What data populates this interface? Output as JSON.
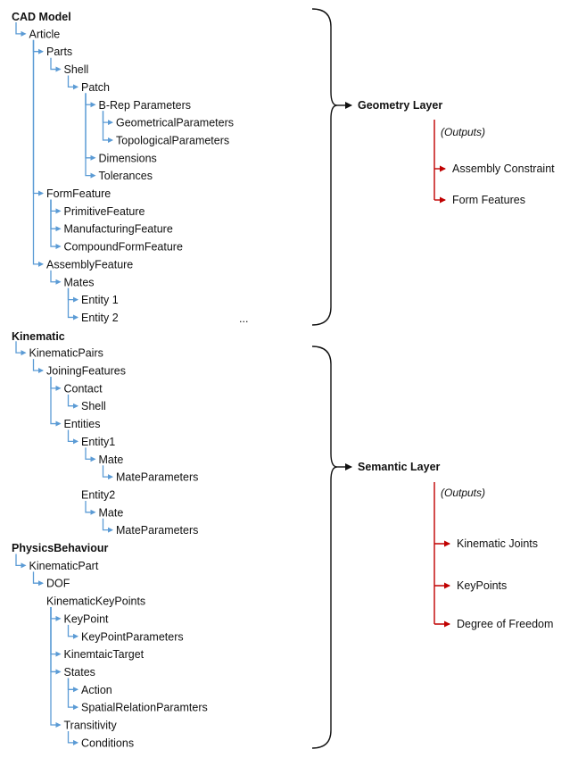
{
  "sections": [
    {
      "root": "CAD Model",
      "nodes": [
        {
          "label": "Article",
          "depth": 1,
          "connected": true
        },
        {
          "label": "Parts",
          "depth": 2,
          "connected": true
        },
        {
          "label": "Shell",
          "depth": 3,
          "connected": true
        },
        {
          "label": "Patch",
          "depth": 4,
          "connected": true
        },
        {
          "label": "B-Rep Parameters",
          "depth": 5,
          "connected": true
        },
        {
          "label": "GeometricalParameters",
          "depth": 6,
          "connected": true
        },
        {
          "label": "TopologicalParameters",
          "depth": 6,
          "connected": true
        },
        {
          "label": "Dimensions",
          "depth": 5,
          "connected": true
        },
        {
          "label": "Tolerances",
          "depth": 5,
          "connected": true
        },
        {
          "label": "FormFeature",
          "depth": 2,
          "connected": true
        },
        {
          "label": "PrimitiveFeature",
          "depth": 3,
          "connected": true
        },
        {
          "label": "ManufacturingFeature",
          "depth": 3,
          "connected": true
        },
        {
          "label": "CompoundFormFeature",
          "depth": 3,
          "connected": true
        },
        {
          "label": "AssemblyFeature",
          "depth": 2,
          "connected": true
        },
        {
          "label": "Mates",
          "depth": 3,
          "connected": true
        },
        {
          "label": "Entity 1",
          "depth": 4,
          "connected": true
        },
        {
          "label": "Entity 2",
          "depth": 4,
          "connected": true
        }
      ],
      "ellipsis": "...",
      "layer": "Geometry Layer",
      "outputs_label": "(Outputs)",
      "outputs": [
        "Assembly Constraint",
        "Form Features"
      ]
    },
    {
      "root": "Kinematic",
      "nodes": [
        {
          "label": "KinematicPairs",
          "depth": 1,
          "connected": true
        },
        {
          "label": "JoiningFeatures",
          "depth": 2,
          "connected": true
        },
        {
          "label": "Contact",
          "depth": 3,
          "connected": true
        },
        {
          "label": "Shell",
          "depth": 4,
          "connected": true
        },
        {
          "label": "Entities",
          "depth": 3,
          "connected": true
        },
        {
          "label": "Entity1",
          "depth": 4,
          "connected": true
        },
        {
          "label": "Mate",
          "depth": 5,
          "connected": true
        },
        {
          "label": "MateParameters",
          "depth": 6,
          "connected": true
        },
        {
          "label": "Entity2",
          "depth": 4,
          "connected": false
        },
        {
          "label": "Mate",
          "depth": 5,
          "connected": true
        },
        {
          "label": "MateParameters",
          "depth": 6,
          "connected": true
        },
        {
          "root": true,
          "label": "PhysicsBehaviour",
          "depth": 0,
          "connected": false
        },
        {
          "label": "KinematicPart",
          "depth": 1,
          "connected": true
        },
        {
          "label": "DOF",
          "depth": 2,
          "connected": true
        },
        {
          "label": "KinematicKeyPoints",
          "depth": 2,
          "connected": false
        },
        {
          "label": "KeyPoint",
          "depth": 3,
          "connected": true
        },
        {
          "label": "KeyPointParameters",
          "depth": 4,
          "connected": true
        },
        {
          "label": "KinemtaicTarget",
          "depth": 3,
          "connected": true
        },
        {
          "label": "States",
          "depth": 3,
          "connected": true
        },
        {
          "label": "Action",
          "depth": 4,
          "connected": true
        },
        {
          "label": "SpatialRelationParamters",
          "depth": 4,
          "connected": true
        },
        {
          "label": "Transitivity",
          "depth": 3,
          "connected": true
        },
        {
          "label": "Conditions",
          "depth": 4,
          "connected": true
        }
      ],
      "layer": "Semantic Layer",
      "outputs_label": "(Outputs)",
      "outputs": [
        "Kinematic Joints",
        "KeyPoints",
        "Degree of Freedom"
      ]
    }
  ],
  "colors": {
    "tree_lines": "#5b9bd5",
    "output_lines": "#c00000",
    "text": "#111111"
  }
}
